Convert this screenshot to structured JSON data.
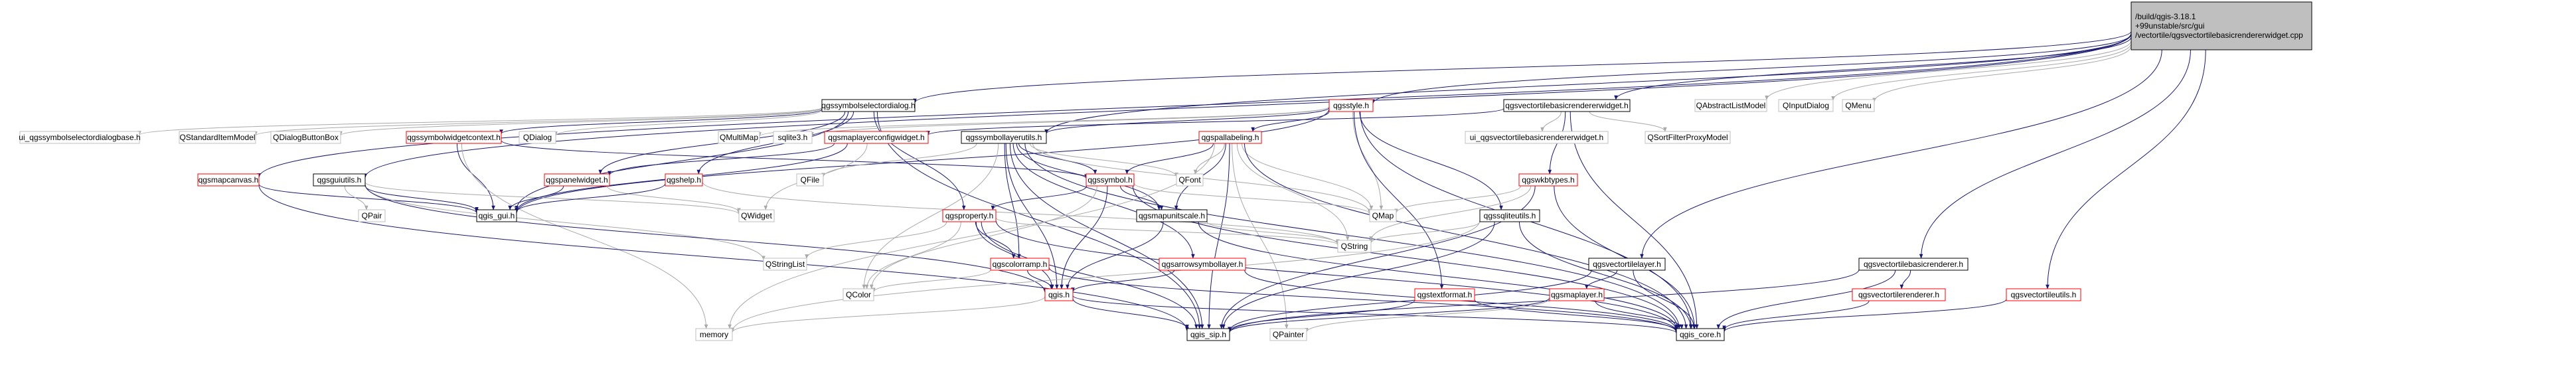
{
  "palette": {
    "root_fill": "#bfbfbf",
    "node_fill": "#ffffff",
    "gray_stroke": "#bfbfbf",
    "black_stroke": "#000000",
    "red_stroke": "#ff0000",
    "text": "#000000",
    "edge_default": "#191970",
    "edge_dim": "#a9a9a9",
    "edge_red": "#8b1a1a"
  },
  "nodes": [
    {
      "id": "root",
      "label": [
        "/build/qgis-3.18.1",
        "+99unstable/src/gui",
        "/vectortile/qgsvectortilebasicrendererwidget.cpp"
      ],
      "style": "root"
    },
    {
      "id": "qgssymbolselectordialog",
      "label": [
        "qgssymbolselectordialog.h"
      ],
      "style": "black"
    },
    {
      "id": "qgsstyle",
      "label": [
        "qgsstyle.h"
      ],
      "style": "red"
    },
    {
      "id": "qgsvectortilebasicrendererwidget",
      "label": [
        "qgsvectortilebasicrendererwidget.h"
      ],
      "style": "black"
    },
    {
      "id": "QAbstractListModel",
      "label": [
        "QAbstractListModel"
      ],
      "style": "gray"
    },
    {
      "id": "QInputDialog",
      "label": [
        "QInputDialog"
      ],
      "style": "gray"
    },
    {
      "id": "QMenu",
      "label": [
        "QMenu"
      ],
      "style": "gray"
    },
    {
      "id": "ui_qgssymbolselectordialogbase",
      "label": [
        "ui_qgssymbolselectordialogbase.h"
      ],
      "style": "gray"
    },
    {
      "id": "QStandardItemModel",
      "label": [
        "QStandardItemModel"
      ],
      "style": "gray"
    },
    {
      "id": "QDialogButtonBox",
      "label": [
        "QDialogButtonBox"
      ],
      "style": "gray"
    },
    {
      "id": "qgssymbolwidgetcontext",
      "label": [
        "qgssymbolwidgetcontext.h"
      ],
      "style": "red"
    },
    {
      "id": "QDialog",
      "label": [
        "QDialog"
      ],
      "style": "gray"
    },
    {
      "id": "QMultiMap",
      "label": [
        "QMultiMap"
      ],
      "style": "gray"
    },
    {
      "id": "sqlite3",
      "label": [
        "sqlite3.h"
      ],
      "style": "gray"
    },
    {
      "id": "qgsmaplayerconfigwidget",
      "label": [
        "qgsmaplayerconfigwidget.h"
      ],
      "style": "red"
    },
    {
      "id": "qgssymbollayerutils",
      "label": [
        "qgssymbollayerutils.h"
      ],
      "style": "black"
    },
    {
      "id": "qgspallabeling",
      "label": [
        "qgspallabeling.h"
      ],
      "style": "red"
    },
    {
      "id": "ui_qgsvectortilebasicrendererwidget",
      "label": [
        "ui_qgsvectortilebasicrendererwidget.h"
      ],
      "style": "gray"
    },
    {
      "id": "QSortFilterProxyModel",
      "label": [
        "QSortFilterProxyModel"
      ],
      "style": "gray"
    },
    {
      "id": "qgsmapcanvas",
      "label": [
        "qgsmapcanvas.h"
      ],
      "style": "red"
    },
    {
      "id": "qgsguiutils",
      "label": [
        "qgsguiutils.h"
      ],
      "style": "black"
    },
    {
      "id": "qgspanelwidget",
      "label": [
        "qgspanelwidget.h"
      ],
      "style": "red"
    },
    {
      "id": "qgshelp",
      "label": [
        "qgshelp.h"
      ],
      "style": "red"
    },
    {
      "id": "QFile",
      "label": [
        "QFile"
      ],
      "style": "gray"
    },
    {
      "id": "QFont",
      "label": [
        "QFont"
      ],
      "style": "gray"
    },
    {
      "id": "qgssymbol",
      "label": [
        "qgssymbol.h"
      ],
      "style": "red"
    },
    {
      "id": "qgswkbtypes",
      "label": [
        "qgswkbtypes.h"
      ],
      "style": "red"
    },
    {
      "id": "QPair",
      "label": [
        "QPair"
      ],
      "style": "gray"
    },
    {
      "id": "qgis_gui",
      "label": [
        "qgis_gui.h"
      ],
      "style": "black"
    },
    {
      "id": "QWidget",
      "label": [
        "QWidget"
      ],
      "style": "gray"
    },
    {
      "id": "QMap",
      "label": [
        "QMap"
      ],
      "style": "gray"
    },
    {
      "id": "qgsproperty",
      "label": [
        "qgsproperty.h"
      ],
      "style": "red"
    },
    {
      "id": "qgsmapunitscale",
      "label": [
        "qgsmapunitscale.h"
      ],
      "style": "black"
    },
    {
      "id": "qgssqliteutils",
      "label": [
        "qgssqliteutils.h"
      ],
      "style": "black"
    },
    {
      "id": "QString",
      "label": [
        "QString"
      ],
      "style": "gray"
    },
    {
      "id": "QStringList",
      "label": [
        "QStringList"
      ],
      "style": "gray"
    },
    {
      "id": "qgscolorramp",
      "label": [
        "qgscolorramp.h"
      ],
      "style": "red"
    },
    {
      "id": "qgsarrowsymbollayer",
      "label": [
        "qgsarrowsymbollayer.h"
      ],
      "style": "red"
    },
    {
      "id": "qgsvectortilelayer",
      "label": [
        "qgsvectortilelayer.h"
      ],
      "style": "black"
    },
    {
      "id": "qgsvectortilebasicrenderer",
      "label": [
        "qgsvectortilebasicrenderer.h"
      ],
      "style": "black"
    },
    {
      "id": "QColor",
      "label": [
        "QColor"
      ],
      "style": "gray"
    },
    {
      "id": "qgis",
      "label": [
        "qgis.h"
      ],
      "style": "red"
    },
    {
      "id": "qgstextformat",
      "label": [
        "qgstextformat.h"
      ],
      "style": "red"
    },
    {
      "id": "qgsmaplayer",
      "label": [
        "qgsmaplayer.h"
      ],
      "style": "red"
    },
    {
      "id": "qgsvectortilerenderer",
      "label": [
        "qgsvectortilerenderer.h"
      ],
      "style": "red"
    },
    {
      "id": "qgsvectortileutils",
      "label": [
        "qgsvectortileutils.h"
      ],
      "style": "red"
    },
    {
      "id": "memory",
      "label": [
        "memory"
      ],
      "style": "gray"
    },
    {
      "id": "qgis_sip",
      "label": [
        "qgis_sip.h"
      ],
      "style": "black"
    },
    {
      "id": "QPainter",
      "label": [
        "QPainter"
      ],
      "style": "gray"
    },
    {
      "id": "qgis_core",
      "label": [
        "qgis_core.h"
      ],
      "style": "black"
    }
  ],
  "edges": [
    [
      "root",
      "qgssymbolselectordialog"
    ],
    [
      "root",
      "qgsstyle"
    ],
    [
      "root",
      "qgsvectortilebasicrendererwidget"
    ],
    [
      "root",
      "QAbstractListModel"
    ],
    [
      "root",
      "QInputDialog"
    ],
    [
      "root",
      "QMenu"
    ],
    [
      "root",
      "qgssymbollayerutils"
    ],
    [
      "root",
      "qgsmapcanvas"
    ],
    [
      "root",
      "qgsguiutils"
    ],
    [
      "root",
      "qgsvectortilelayer"
    ],
    [
      "root",
      "qgsvectortilebasicrenderer"
    ],
    [
      "root",
      "qgsvectortileutils"
    ],
    [
      "qgssymbolselectordialog",
      "ui_qgssymbolselectordialogbase"
    ],
    [
      "qgssymbolselectordialog",
      "QStandardItemModel"
    ],
    [
      "qgssymbolselectordialog",
      "QDialogButtonBox"
    ],
    [
      "qgssymbolselectordialog",
      "qgssymbolwidgetcontext"
    ],
    [
      "qgssymbolselectordialog",
      "QDialog"
    ],
    [
      "qgssymbolselectordialog",
      "qgspanelwidget"
    ],
    [
      "qgssymbolselectordialog",
      "qgshelp"
    ],
    [
      "qgssymbolselectordialog",
      "qgsproperty"
    ],
    [
      "qgssymbolselectordialog",
      "qgis_gui"
    ],
    [
      "qgssymbolselectordialog",
      "qgis_sip"
    ],
    [
      "qgssymbolwidgetcontext",
      "qgssymbol"
    ],
    [
      "qgssymbolwidgetcontext",
      "qgis_gui"
    ],
    [
      "qgssymbolwidgetcontext",
      "memory"
    ],
    [
      "qgsstyle",
      "QMultiMap"
    ],
    [
      "qgsstyle",
      "sqlite3"
    ],
    [
      "qgsstyle",
      "qgssymbollayerutils"
    ],
    [
      "qgsstyle",
      "qgspallabeling"
    ],
    [
      "qgsstyle",
      "qgssqliteutils"
    ],
    [
      "qgsstyle",
      "QMap"
    ],
    [
      "qgsstyle",
      "qgis_core"
    ],
    [
      "qgsstyle",
      "qgstextformat"
    ],
    [
      "qgsstyle",
      "qgis_gui"
    ],
    [
      "qgsvectortilebasicrendererwidget",
      "qgsmaplayerconfigwidget"
    ],
    [
      "qgsvectortilebasicrendererwidget",
      "ui_qgsvectortilebasicrendererwidget"
    ],
    [
      "qgsvectortilebasicrendererwidget",
      "QSortFilterProxyModel"
    ],
    [
      "qgsvectortilebasicrendererwidget",
      "qgswkbtypes"
    ],
    [
      "qgsvectortilebasicrendererwidget",
      "qgis_core"
    ],
    [
      "qgsmaplayerconfigwidget",
      "qgspanelwidget"
    ],
    [
      "qgsmaplayerconfigwidget",
      "QWidget"
    ],
    [
      "qgsmaplayerconfigwidget",
      "qgis_gui"
    ],
    [
      "qgssymbollayerutils",
      "QFile"
    ],
    [
      "qgssymbollayerutils",
      "QFont"
    ],
    [
      "qgssymbollayerutils",
      "QColor"
    ],
    [
      "qgssymbollayerutils",
      "qgssymbol"
    ],
    [
      "qgssymbollayerutils",
      "qgsmapunitscale"
    ],
    [
      "qgssymbollayerutils",
      "qgscolorramp"
    ],
    [
      "qgssymbollayerutils",
      "qgsarrowsymbollayer"
    ],
    [
      "qgssymbollayerutils",
      "QMap"
    ],
    [
      "qgssymbollayerutils",
      "qgis"
    ],
    [
      "qgssymbollayerutils",
      "qgis_sip"
    ],
    [
      "qgssymbollayerutils",
      "qgis_core"
    ],
    [
      "qgspallabeling",
      "QFont"
    ],
    [
      "qgspallabeling",
      "qgssymbol"
    ],
    [
      "qgspallabeling",
      "QMap"
    ],
    [
      "qgspallabeling",
      "QString"
    ],
    [
      "qgspallabeling",
      "qgsmapunitscale"
    ],
    [
      "qgspallabeling",
      "QPainter"
    ],
    [
      "qgspallabeling",
      "qgis_sip"
    ],
    [
      "qgspallabeling",
      "qgis_core"
    ],
    [
      "qgspallabeling",
      "memory"
    ],
    [
      "qgsmapcanvas",
      "qgis_gui"
    ],
    [
      "qgsmapcanvas",
      "qgis_sip"
    ],
    [
      "qgsguiutils",
      "QPair"
    ],
    [
      "qgsguiutils",
      "QWidget"
    ],
    [
      "qgsguiutils",
      "qgis_gui"
    ],
    [
      "qgsguiutils",
      "QStringList"
    ],
    [
      "qgsguiutils",
      "qgis"
    ],
    [
      "qgspanelwidget",
      "qgis_gui"
    ],
    [
      "qgspanelwidget",
      "QWidget"
    ],
    [
      "qgshelp",
      "qgis_gui"
    ],
    [
      "qgshelp",
      "QString"
    ],
    [
      "qgssymbol",
      "QMap"
    ],
    [
      "qgssymbol",
      "qgsproperty"
    ],
    [
      "qgssymbol",
      "qgsmapunitscale"
    ],
    [
      "qgssymbol",
      "qgis"
    ],
    [
      "qgssymbol",
      "QColor"
    ],
    [
      "qgssymbol",
      "qgis_core"
    ],
    [
      "qgswkbtypes",
      "QMap"
    ],
    [
      "qgswkbtypes",
      "QString"
    ],
    [
      "qgswkbtypes",
      "qgis_sip"
    ],
    [
      "qgswkbtypes",
      "qgis_core"
    ],
    [
      "qgsproperty",
      "QStringList"
    ],
    [
      "qgsproperty",
      "QColor"
    ],
    [
      "qgsproperty",
      "qgscolorramp"
    ],
    [
      "qgsproperty",
      "QString"
    ],
    [
      "qgsproperty",
      "qgis"
    ],
    [
      "qgsproperty",
      "qgis_sip"
    ],
    [
      "qgsproperty",
      "qgis_core"
    ],
    [
      "qgsmapunitscale",
      "qgis"
    ],
    [
      "qgsmapunitscale",
      "QString"
    ],
    [
      "qgsmapunitscale",
      "qgis_core"
    ],
    [
      "qgssqliteutils",
      "QString"
    ],
    [
      "qgssqliteutils",
      "qgis_sip"
    ],
    [
      "qgssqliteutils",
      "qgis_core"
    ],
    [
      "qgssqliteutils",
      "memory"
    ],
    [
      "qgscolorramp",
      "QColor"
    ],
    [
      "qgscolorramp",
      "qgis"
    ],
    [
      "qgscolorramp",
      "qgis_core"
    ],
    [
      "qgsarrowsymbollayer",
      "qgis"
    ],
    [
      "qgsarrowsymbollayer",
      "qgis_core"
    ],
    [
      "qgsvectortilelayer",
      "qgsmaplayer"
    ],
    [
      "qgsvectortilelayer",
      "qgis_sip"
    ],
    [
      "qgsvectortilelayer",
      "qgis_core"
    ],
    [
      "qgsvectortilebasicrenderer",
      "qgsvectortilerenderer"
    ],
    [
      "qgsvectortilebasicrenderer",
      "qgis_sip"
    ],
    [
      "qgsvectortilebasicrenderer",
      "qgis_core"
    ],
    [
      "qgis",
      "memory"
    ],
    [
      "qgis",
      "qgis_sip"
    ],
    [
      "qgis",
      "qgis_core"
    ],
    [
      "qgstextformat",
      "qgis_sip"
    ],
    [
      "qgstextformat",
      "qgis_core"
    ],
    [
      "qgsmaplayer",
      "qgis_sip"
    ],
    [
      "qgsmaplayer",
      "QPainter"
    ],
    [
      "qgsmaplayer",
      "qgis_core"
    ],
    [
      "qgsvectortilerenderer",
      "qgis_core"
    ],
    [
      "qgsvectortileutils",
      "qgis_core"
    ]
  ]
}
